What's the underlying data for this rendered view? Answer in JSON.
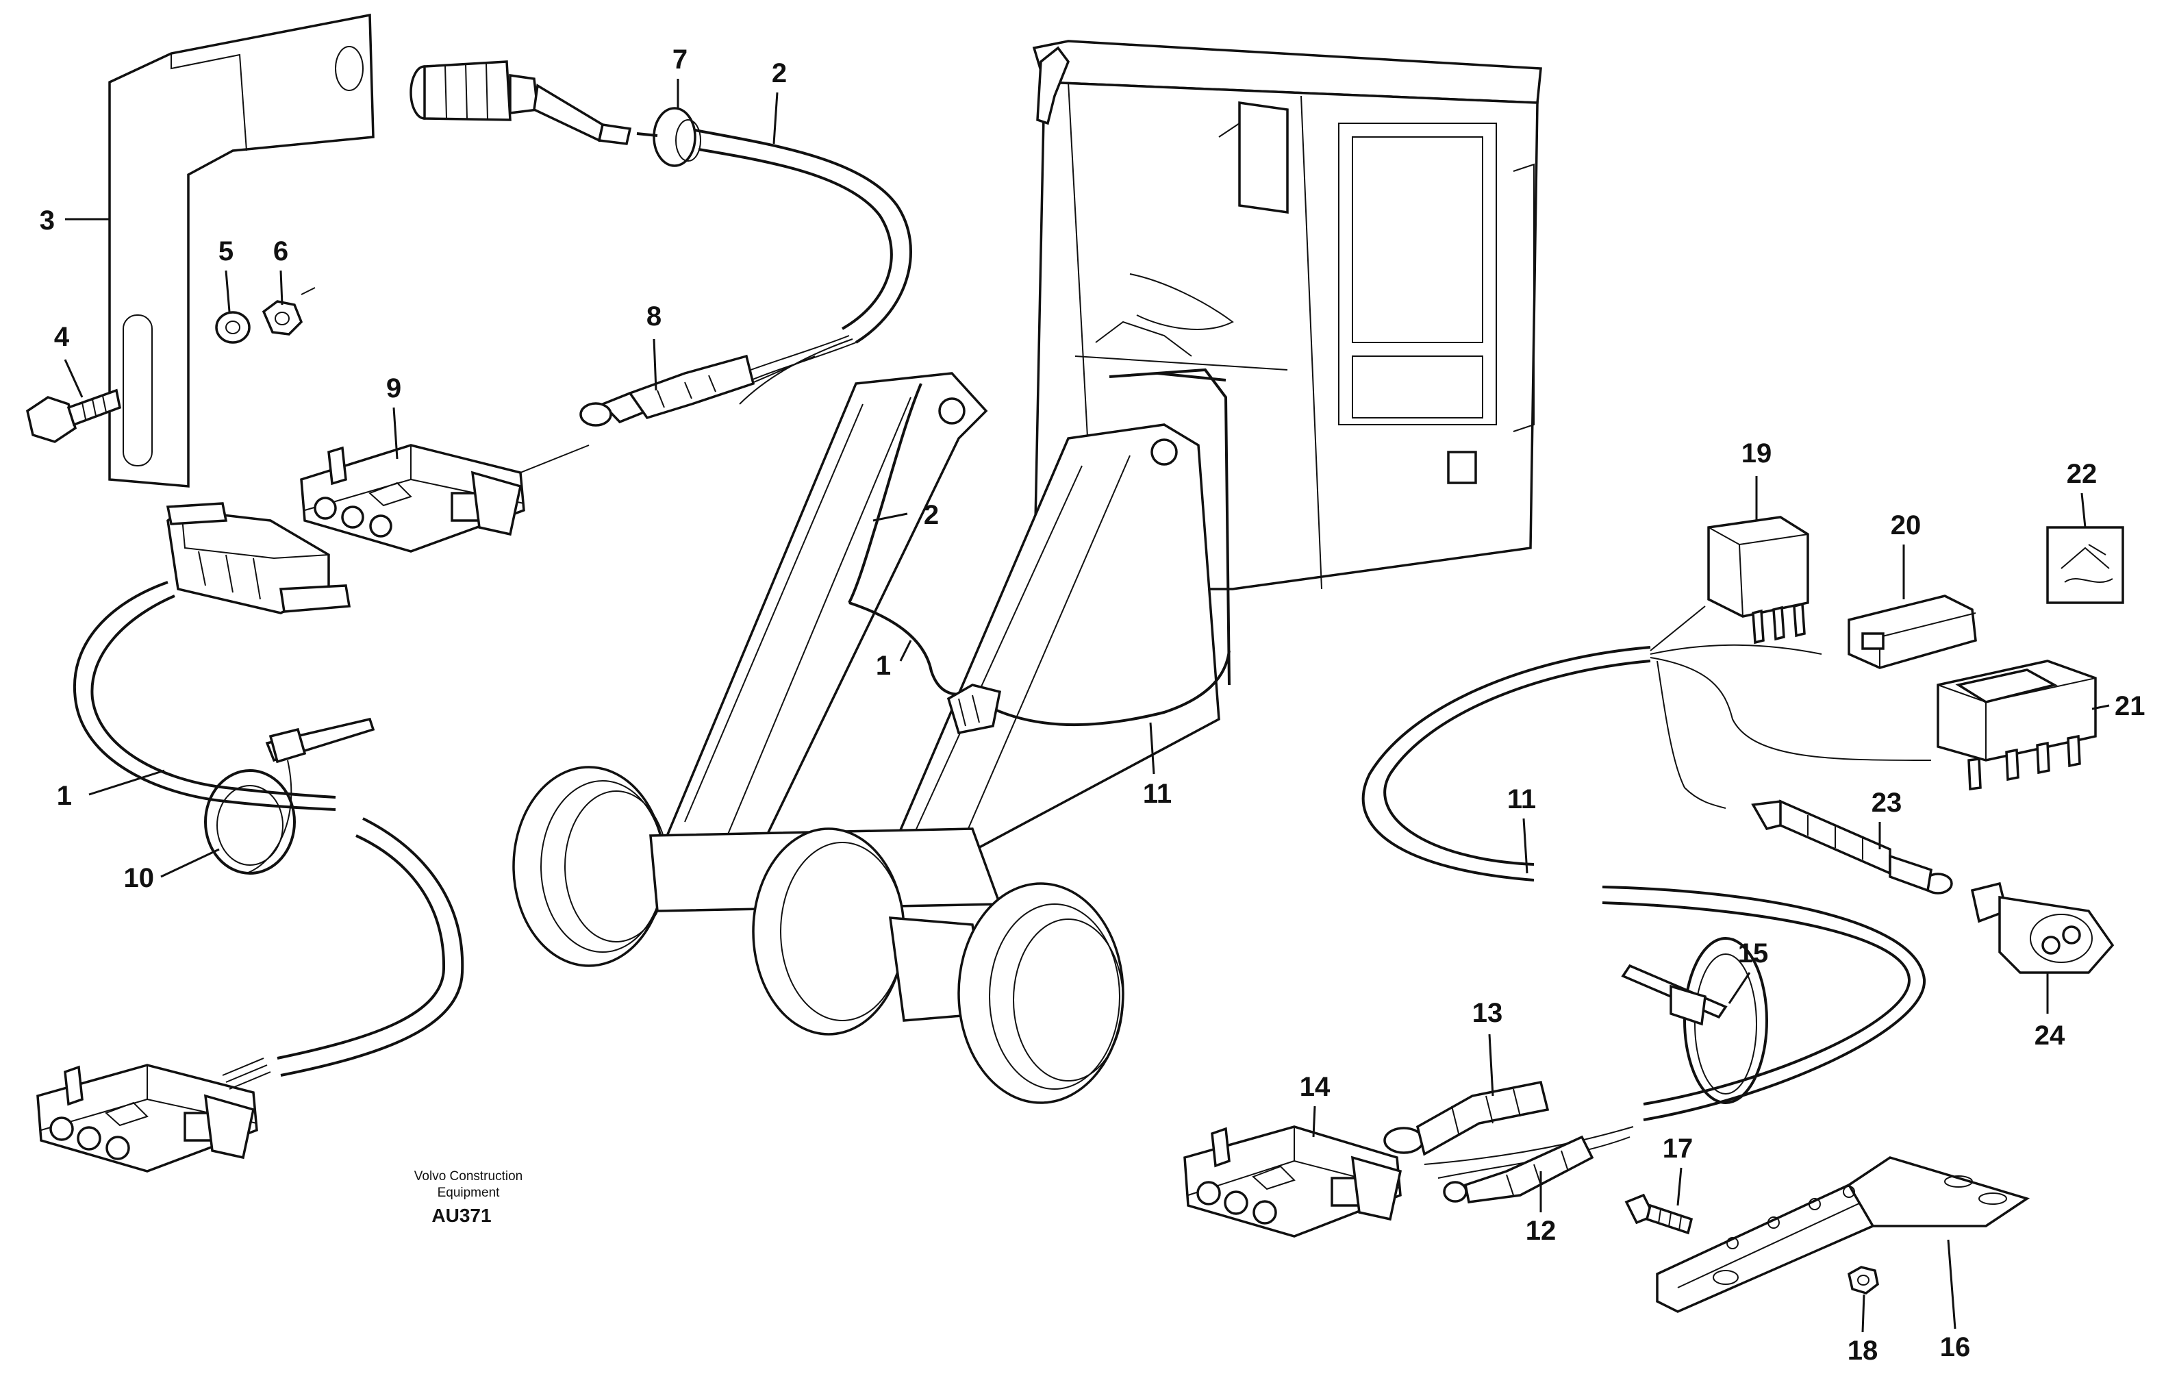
{
  "labels": {
    "l1a": "1",
    "l1b": "1",
    "l2a": "2",
    "l2b": "2",
    "l3": "3",
    "l4": "4",
    "l5": "5",
    "l6": "6",
    "l7": "7",
    "l8": "8",
    "l9": "9",
    "l10": "10",
    "l11a": "11",
    "l11b": "11",
    "l12": "12",
    "l13": "13",
    "l14": "14",
    "l15": "15",
    "l16": "16",
    "l17": "17",
    "l18": "18",
    "l19": "19",
    "l20": "20",
    "l21": "21",
    "l22": "22",
    "l23": "23",
    "l24": "24"
  },
  "caption": {
    "line1": "Volvo Construction",
    "line2": "Equipment",
    "code": "AU371"
  }
}
